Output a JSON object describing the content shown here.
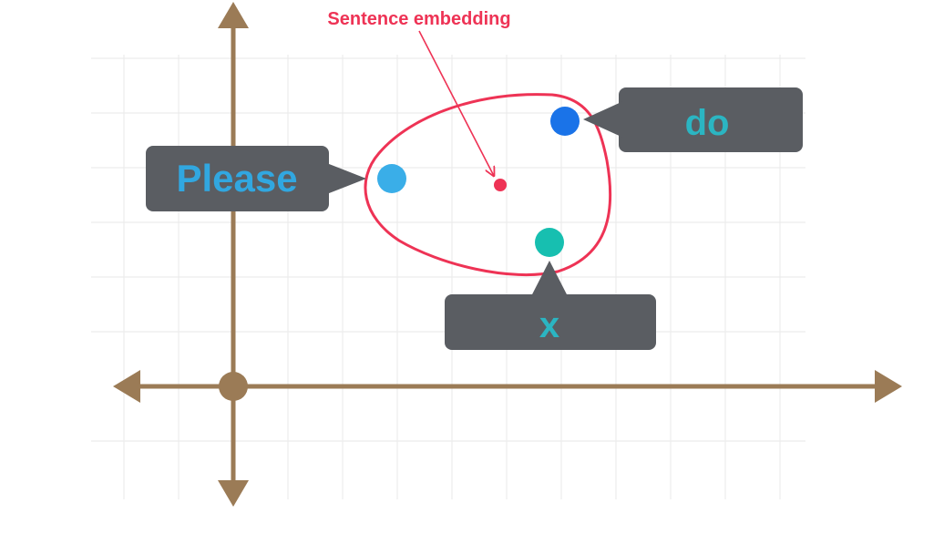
{
  "diagram": {
    "title_annotation": "Sentence embedding",
    "words": [
      {
        "text": "Please",
        "color": "#3aaee8"
      },
      {
        "text": "do",
        "color": "#1a73e8"
      },
      {
        "text": "x",
        "color": "#17bfb0"
      }
    ],
    "colors": {
      "axis": "#9b7b56",
      "grid": "#ececec",
      "callout": "#5a5d62",
      "cluster": "#ee3355",
      "label_text": "#31a7e0",
      "label_text_x": "#2bb5c2"
    }
  }
}
